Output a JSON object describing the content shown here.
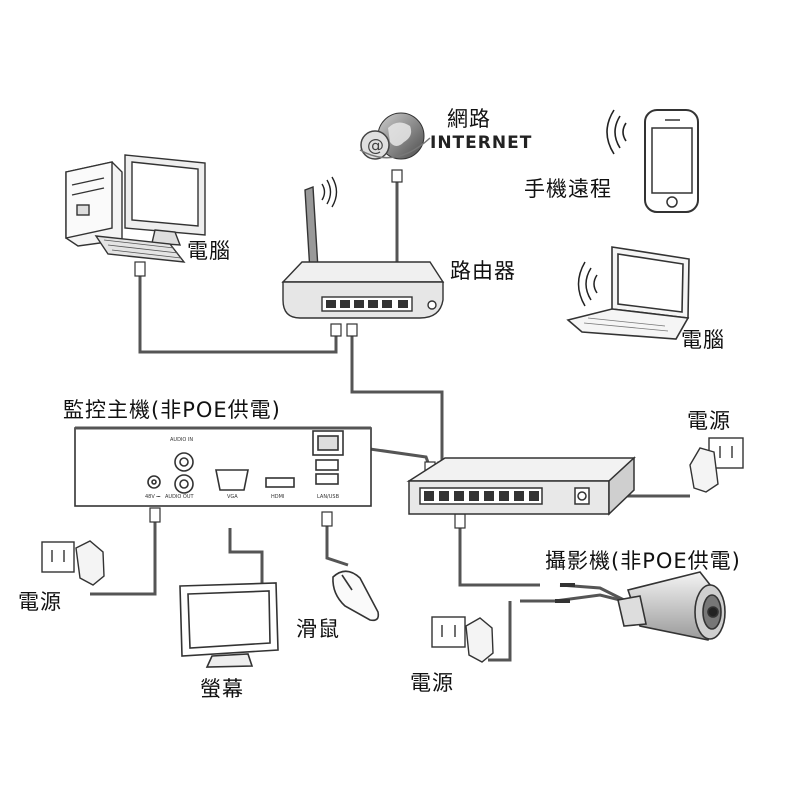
{
  "labels": {
    "internet_cn": "網路",
    "internet_word": "INTERNET",
    "mobile_remote": "手機遠程",
    "pc_left": "電腦",
    "router": "路由器",
    "pc_laptop": "電腦",
    "nvr": "監控主機(非POE供電)",
    "power_switch": "電源",
    "power_left": "電源",
    "camera": "攝影機(非POE供電)",
    "mouse": "滑鼠",
    "monitor": "螢幕",
    "power_camera": "電源"
  },
  "nvr_ports": {
    "audio_in": "AUDIO IN",
    "audio_out": "AUDIO OUT",
    "dc": "48V ⎓",
    "vga": "VGA",
    "hdmi": "HDMI",
    "lan_usb": "LAN/USB"
  }
}
